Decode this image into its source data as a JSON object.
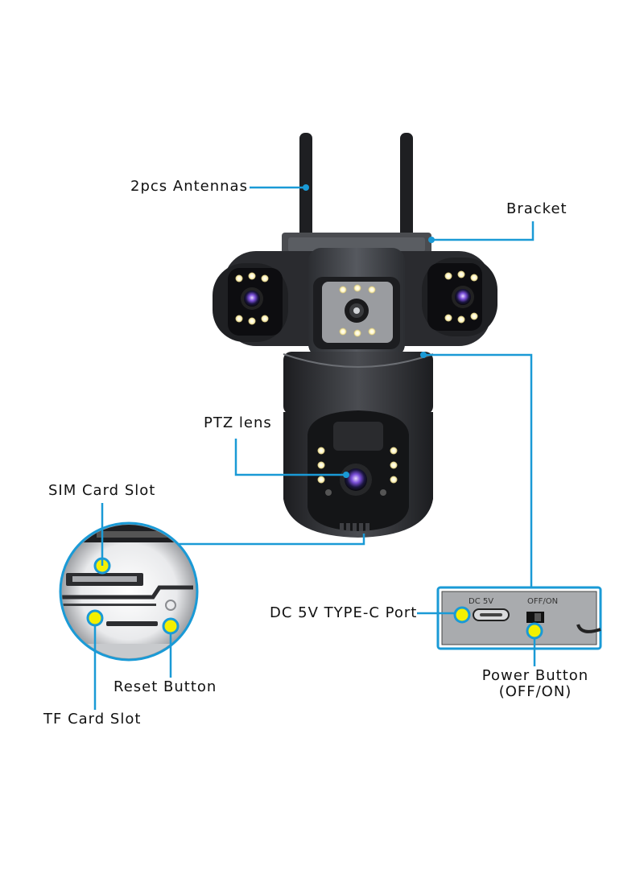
{
  "labels": {
    "antennas": "2pcs Antennas",
    "bracket": "Bracket",
    "ptz_lens": "PTZ lens",
    "sim_slot": "SIM Card Slot",
    "dc_port": "DC 5V TYPE-C Port",
    "reset_button": "Reset Button",
    "tf_slot": "TF Card Slot",
    "power_button_line1": "Power Button",
    "power_button_line2": "(OFF/ON)"
  },
  "device_markings": {
    "dc_5v": "DC 5V",
    "off_on": "OFF/ON"
  },
  "colors": {
    "leader_line": "#1a9ad6",
    "marker_fill": "#f4f000",
    "marker_ring": "#1a9ad6",
    "camera_body": "#3d3f44",
    "led": "#fff7c8"
  }
}
